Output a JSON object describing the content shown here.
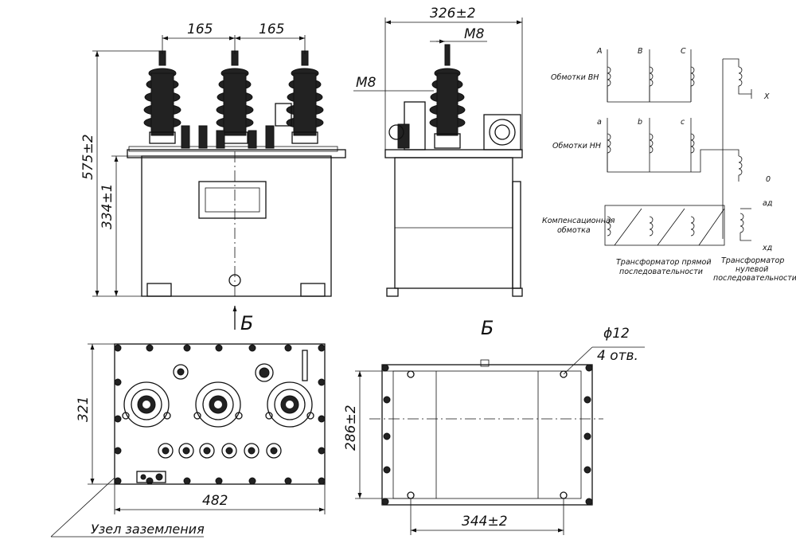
{
  "dimensions": {
    "phase_spacing_1": "165",
    "phase_spacing_2": "165",
    "total_height": "575±2",
    "tank_height": "334±1",
    "side_width": "326±2",
    "thread_top": "M8",
    "thread_side": "M8",
    "base_depth": "321",
    "base_width": "482",
    "hole_diameter": "ϕ12",
    "hole_count": "4 отв.",
    "mount_depth": "286±2",
    "mount_width": "344±2"
  },
  "view_labels": {
    "arrow_view": "Б",
    "section_view": "Б"
  },
  "notes": {
    "grounding_node": "Узел заземления"
  },
  "schematic": {
    "phase_labels_hv": [
      "A",
      "B",
      "C"
    ],
    "phase_labels_lv": [
      "a",
      "b",
      "c"
    ],
    "row_hv": "Обмотки ВН",
    "row_lv": "Обмотки НН",
    "row_comp_1": "Компенсационная",
    "row_comp_2": "обмотка",
    "term_x": "X",
    "term_o": "0",
    "term_ad": "ад",
    "term_xd": "хд",
    "caption_pos_1": "Трансформатор прямой",
    "caption_pos_2": "последовательности",
    "caption_zero_1": "Трансформатор",
    "caption_zero_2": "нулевой",
    "caption_zero_3": "последовательности"
  }
}
